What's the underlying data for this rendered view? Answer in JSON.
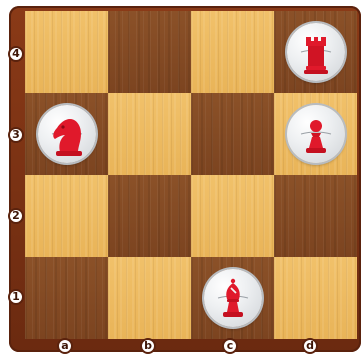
{
  "board": {
    "files": [
      "a",
      "b",
      "c",
      "d"
    ],
    "ranks": [
      "4",
      "3",
      "2",
      "1"
    ],
    "pieces": [
      {
        "square": "d4",
        "type": "rook",
        "color": "red"
      },
      {
        "square": "a3",
        "type": "knight",
        "color": "red"
      },
      {
        "square": "d3",
        "type": "pawn",
        "color": "red"
      },
      {
        "square": "c1",
        "type": "bishop",
        "color": "red"
      }
    ],
    "colors": {
      "frame": "#7a3213",
      "light_square": "#edb95f",
      "dark_square": "#83491f",
      "piece": "#e0192b"
    }
  }
}
